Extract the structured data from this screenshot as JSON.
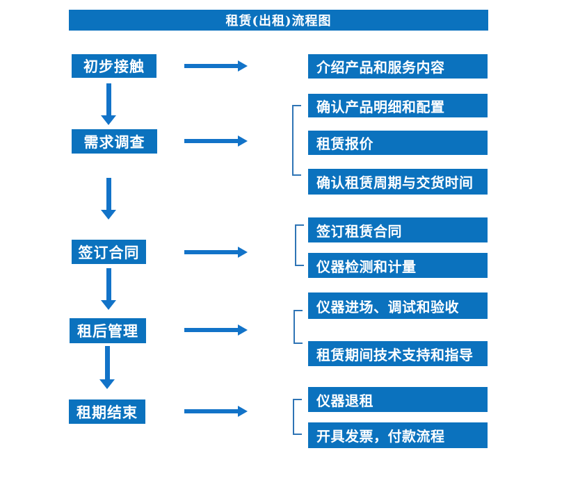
{
  "title": "租赁(出租)流程图",
  "colors": {
    "primary": "#0b72be",
    "arrow": "#1273c8",
    "bracket": "#2e74b5",
    "text-on-primary": "#ffffff"
  },
  "flow": {
    "steps": [
      {
        "label": "初步接触",
        "details": [
          "介绍产品和服务内容"
        ]
      },
      {
        "label": "需求调查",
        "details": [
          "确认产品明细和配置",
          "租赁报价",
          "确认租赁周期与交货时间"
        ]
      },
      {
        "label": "签订合同",
        "details": [
          "签订租赁合同",
          "仪器检测和计量"
        ]
      },
      {
        "label": "租后管理",
        "details": [
          "仪器进场、调试和验收",
          "租赁期间技术支持和指导"
        ]
      },
      {
        "label": "租期结束",
        "details": [
          "仪器退租",
          "开具发票，付款流程"
        ]
      }
    ]
  }
}
